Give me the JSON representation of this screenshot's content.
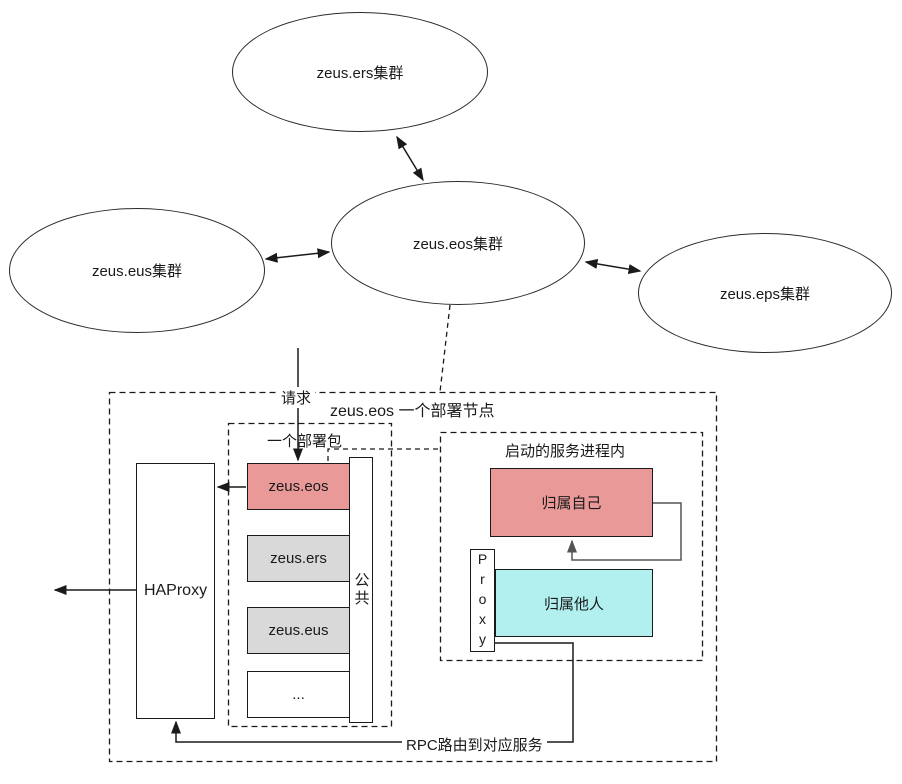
{
  "clusters": {
    "ers": "zeus.ers集群",
    "eus": "zeus.eus集群",
    "eos": "zeus.eos集群",
    "eps": "zeus.eps集群"
  },
  "node_box_label": "zeus.eos 一个部署节点",
  "request_label": "请求",
  "package_box": {
    "label": "一个部署包",
    "services": [
      {
        "name": "zeus.eos"
      },
      {
        "name": "zeus.ers"
      },
      {
        "name": "zeus.eus"
      },
      {
        "name": "..."
      }
    ],
    "shared_label": "公共"
  },
  "haproxy_label": "HAProxy",
  "process_box": {
    "label": "启动的服务进程内",
    "own_label": "归属自己",
    "others_label": "归属他人",
    "proxy_label": "Proxy"
  },
  "rpc_label": "RPC路由到对应服务",
  "colors": {
    "self_service_fill": "#ea9999",
    "other_service_fill": "#d9d9d9",
    "others_process_fill": "#b2f0f0",
    "line": "#1a1a1a",
    "loop_line": "#555555"
  }
}
